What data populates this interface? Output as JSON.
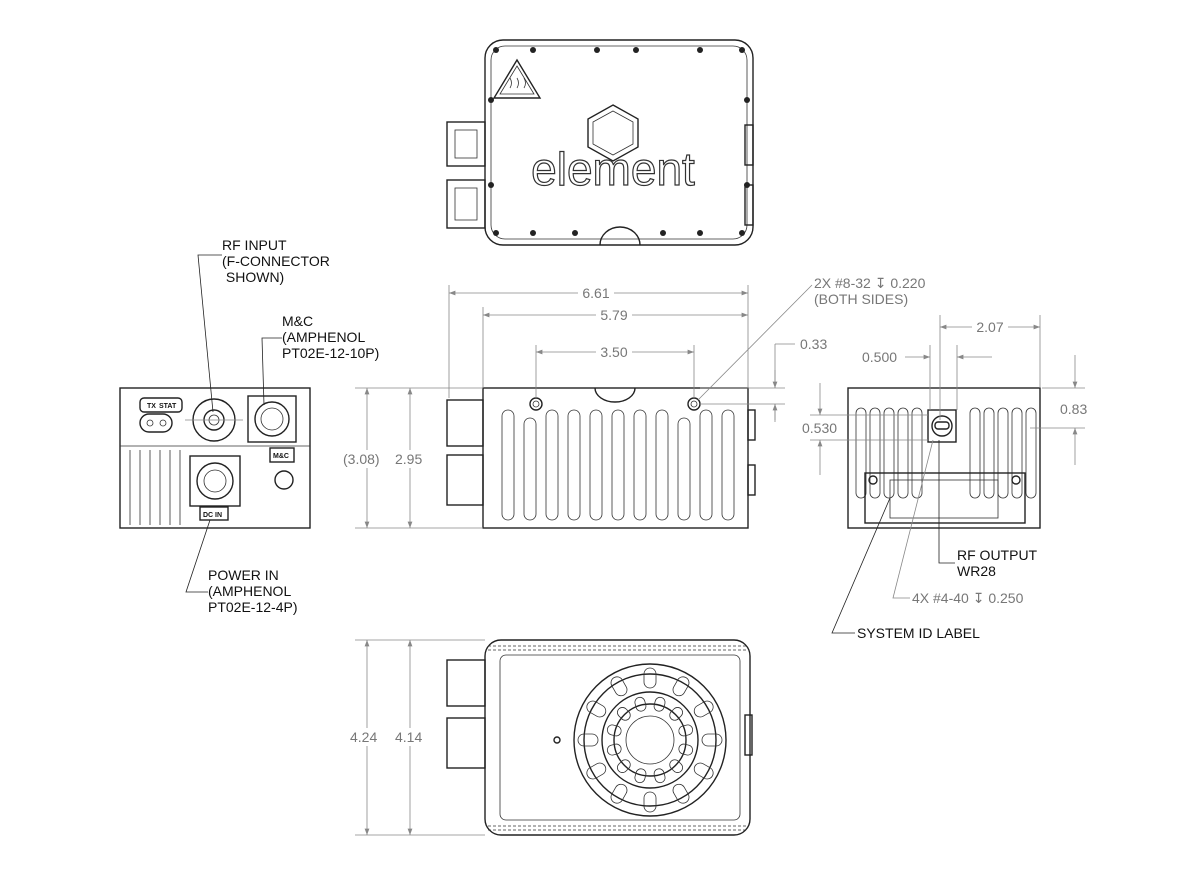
{
  "title": "Element transceiver outline drawing",
  "logo_text": "element",
  "callouts": {
    "rf_input": [
      "RF INPUT",
      "(F-CONNECTOR",
      " SHOWN)"
    ],
    "mc": [
      "M&C",
      "(AMPHENOL",
      "PT02E-12-10P)"
    ],
    "power_in": [
      "POWER IN",
      "(AMPHENOL",
      "PT02E-12-4P)"
    ],
    "screws_side": [
      "2X #8-32 ↧ 0.220",
      "(BOTH SIDES)"
    ],
    "rf_output": [
      "RF OUTPUT",
      "WR28"
    ],
    "screws_flange": "4X #4-40 ↧ 0.250",
    "system_id": "SYSTEM ID LABEL"
  },
  "panel_labels": {
    "tx": "TX",
    "stat": "STAT",
    "mc": "M&C",
    "dc_in": "DC IN"
  },
  "dimensions": {
    "overall_length": "6.61",
    "body_length": "5.79",
    "hole_spacing": "3.50",
    "hole_offset": "0.33",
    "overall_height_ref": "(3.08)",
    "body_height": "2.95",
    "flange_offset": "2.07",
    "flange_width": "0.500",
    "flange_height_offset": "0.83",
    "flange_height": "0.530",
    "overall_width": "4.24",
    "body_width": "4.14"
  }
}
